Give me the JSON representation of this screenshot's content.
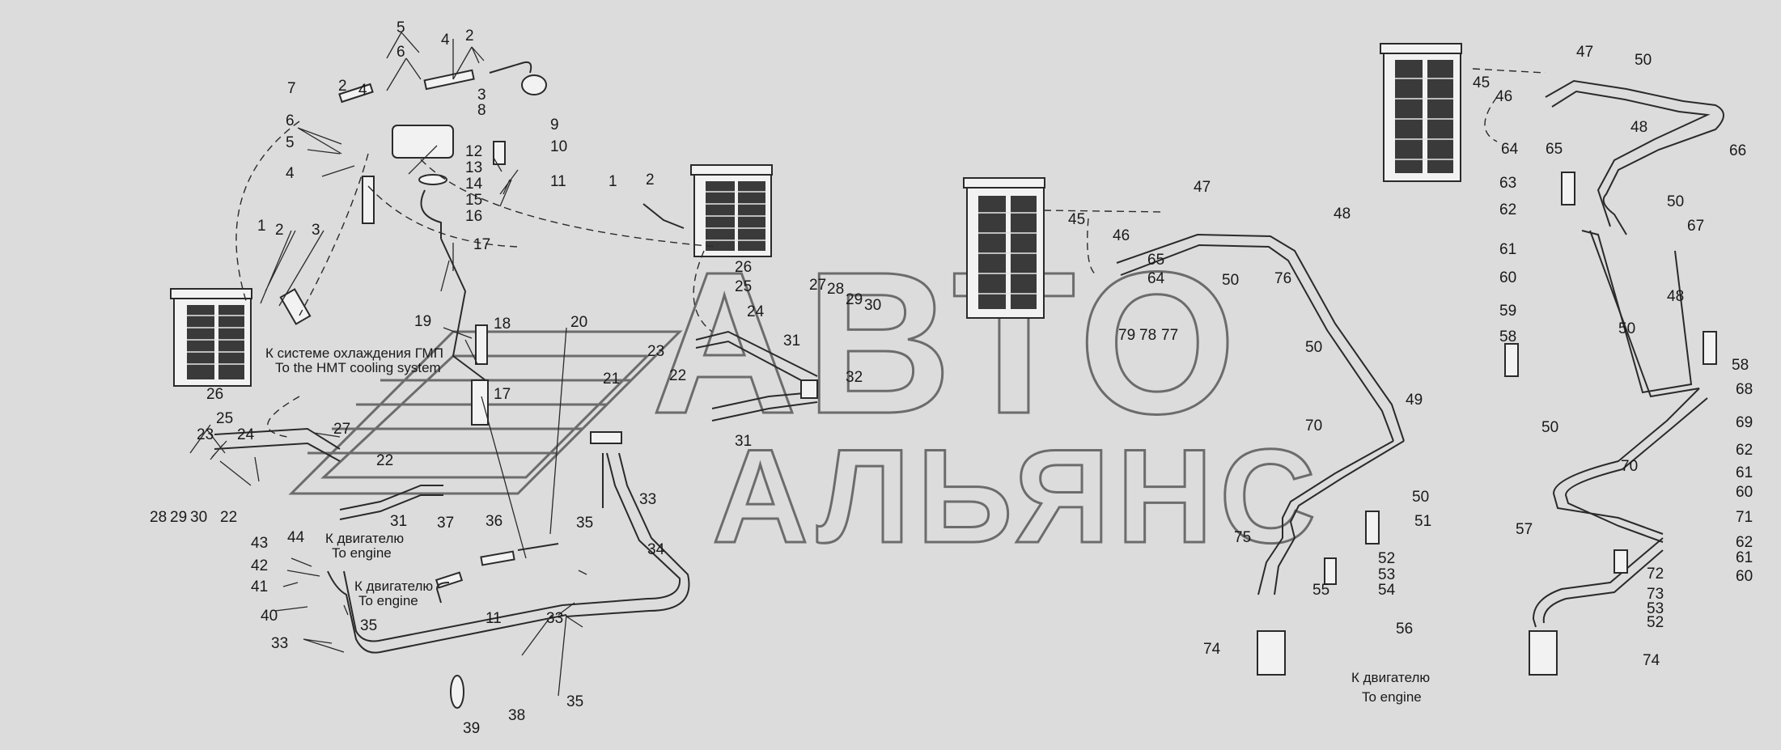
{
  "colors": {
    "background": "#dcdcdc",
    "line": "#2a2a2a",
    "watermark": "#6c6c6c"
  },
  "watermark": {
    "line1": "АВТО",
    "line2": "АЛЬЯНС"
  },
  "captions": {
    "gmp_ru": "К системе охлаждения ГМП",
    "gmp_en": "To the HMT cooling system",
    "engine1_ru": "К двигателю",
    "engine1_en": "To engine",
    "engine2_ru": "К двигателю",
    "engine2_en": "To engine",
    "engine3_ru": "К двигателю",
    "engine3_en": "To engine"
  },
  "labels": {
    "L5a": "5",
    "L4a": "4",
    "L6a": "6",
    "L2a": "2",
    "L7": "7",
    "L2b": "2",
    "L4b": "4",
    "L3a": "3",
    "L8": "8",
    "L9": "9",
    "L6b": "6",
    "L5b": "5",
    "L10": "10",
    "L4c": "4",
    "L12": "12",
    "L13": "13",
    "L11a": "11",
    "L14": "14",
    "L15": "15",
    "L16": "16",
    "L1a": "1",
    "L2c": "2",
    "L3b": "3",
    "L17a": "17",
    "L19": "19",
    "L18": "18",
    "L20": "20",
    "L17b": "17",
    "L26a": "26",
    "L25a": "25",
    "L23a": "23",
    "L24a": "24",
    "L27a": "27",
    "L28a": "28",
    "L29a": "29",
    "L30a": "30",
    "L22a": "22",
    "L22b": "22",
    "L44": "44",
    "L31a": "31",
    "L43": "43",
    "L42": "42",
    "L41": "41",
    "L40": "40",
    "L33a": "33",
    "L35a": "35",
    "L37": "37",
    "L36": "36",
    "L11b": "11",
    "L39": "39",
    "L38": "38",
    "L33b": "33",
    "L35b": "35",
    "L34": "34",
    "L35c": "35",
    "L33c": "33",
    "L21": "21",
    "L1b": "1",
    "L2d": "2",
    "L26b": "26",
    "L25b": "25",
    "L24b": "24",
    "L27b": "27",
    "L28b": "28",
    "L29b": "29",
    "L30b": "30",
    "L23b": "23",
    "L31b": "31",
    "L22c": "22",
    "L32": "32",
    "L31c": "31",
    "L47a": "47",
    "L45a": "45",
    "L46a": "46",
    "L65a": "65",
    "L64a": "64",
    "L50a": "50",
    "L76": "76",
    "L48a": "48",
    "L79": "79",
    "L78": "78",
    "L77": "77",
    "L50b": "50",
    "L49": "49",
    "L70a": "70",
    "L50c": "50",
    "L75": "75",
    "L51": "51",
    "L52a": "52",
    "L53a": "53",
    "L54": "54",
    "L55": "55",
    "L56": "56",
    "L74a": "74",
    "L74b": "74",
    "L47b": "47",
    "L50d": "50",
    "L45b": "45",
    "L46b": "46",
    "L64b": "64",
    "L65b": "65",
    "L48b": "48",
    "L66": "66",
    "L50e": "50",
    "L63": "63",
    "L62a": "62",
    "L67": "67",
    "L61a": "61",
    "L60a": "60",
    "L48c": "48",
    "L59": "59",
    "L50f": "50",
    "L58a": "58",
    "L58b": "58",
    "L68": "68",
    "L69": "69",
    "L50g": "50",
    "L70b": "70",
    "L62b": "62",
    "L61b": "61",
    "L60b": "60",
    "L71": "71",
    "L57": "57",
    "L62c": "62",
    "L61c": "61",
    "L72": "72",
    "L60c": "60",
    "L73": "73",
    "L53b": "53",
    "L52b": "52"
  }
}
